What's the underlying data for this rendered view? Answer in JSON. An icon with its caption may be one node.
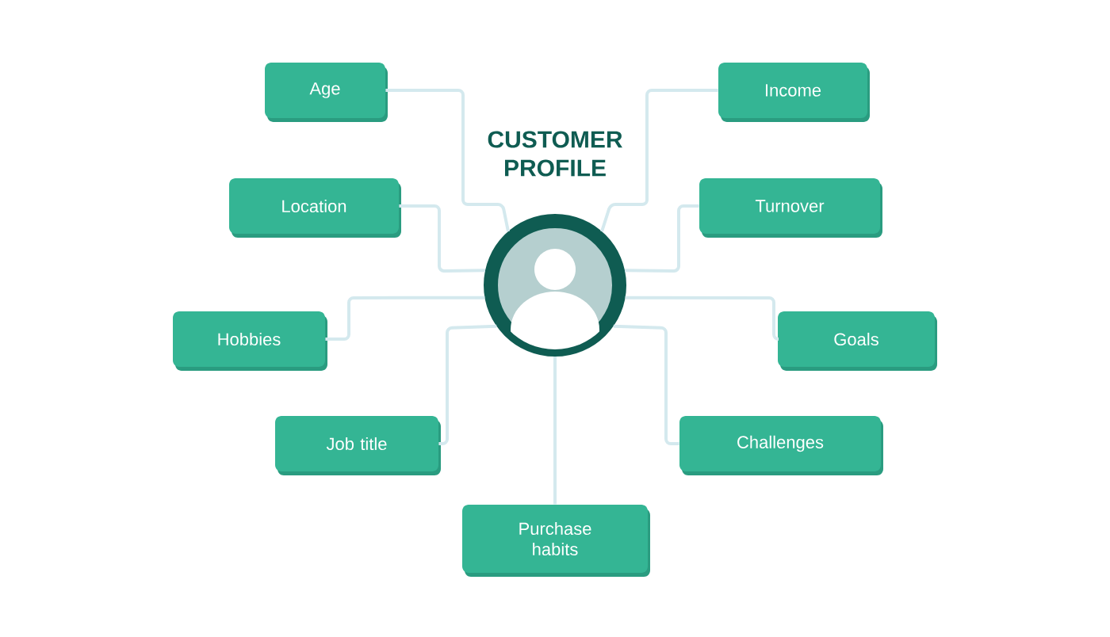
{
  "diagram": {
    "title": "CUSTOMER PROFILE",
    "nodes": [
      {
        "text": [],
        "shape": "circle"
      },
      {
        "text": [
          "Age"
        ]
      },
      {
        "text": [
          "Income"
        ]
      },
      {
        "text": [
          "Location"
        ]
      },
      {
        "text": [
          "Turnover"
        ]
      },
      {
        "text": [
          "Hobbies"
        ]
      },
      {
        "text": [
          "Goals"
        ]
      },
      {
        "text": [
          "Job title"
        ]
      },
      {
        "text": [
          "Challenges"
        ]
      },
      {
        "text": [
          "Purchase habits"
        ]
      }
    ],
    "edges": [
      {
        "from": 0,
        "to": 1,
        "arrow": "none"
      },
      {
        "from": 0,
        "to": 2,
        "arrow": "none"
      },
      {
        "from": 0,
        "to": 3,
        "arrow": "none"
      },
      {
        "from": 0,
        "to": 4,
        "arrow": "none"
      },
      {
        "from": 0,
        "to": 5,
        "arrow": "none"
      },
      {
        "from": 0,
        "to": 6,
        "arrow": "none"
      },
      {
        "from": 0,
        "to": 7,
        "arrow": "none"
      },
      {
        "from": 0,
        "to": 8,
        "arrow": "none"
      },
      {
        "from": 0,
        "to": 9,
        "arrow": "none"
      }
    ]
  }
}
